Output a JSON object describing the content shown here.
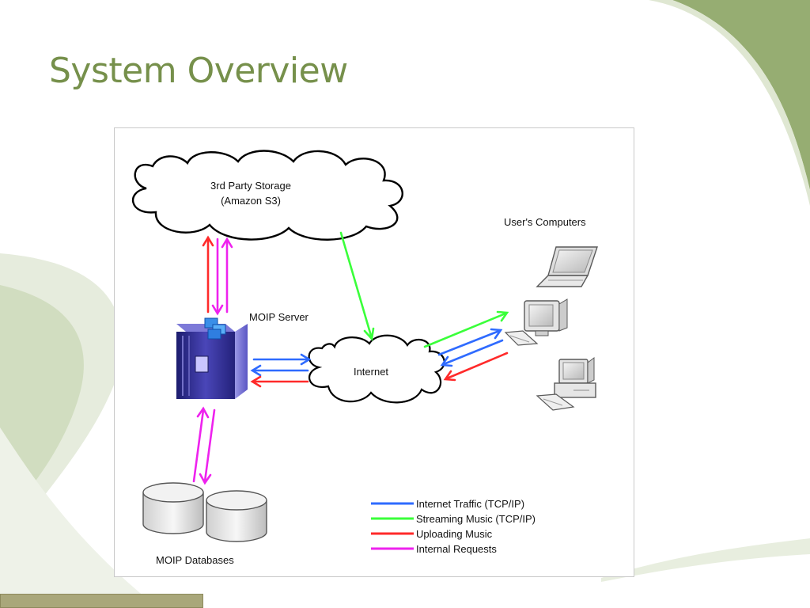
{
  "slide": {
    "title": "System Overview",
    "accent_color": "#76904b"
  },
  "diagram": {
    "cloud_storage": {
      "line1": "3rd Party Storage",
      "line2": "(Amazon S3)"
    },
    "server_label": "MOIP Server",
    "internet_label": "Internet",
    "clients_label": "User's Computers",
    "databases_label": "MOIP Databases",
    "legend": [
      {
        "label": "Internet Traffic (TCP/IP)",
        "color": "#2f6bff"
      },
      {
        "label": "Streaming Music (TCP/IP)",
        "color": "#3aff3a"
      },
      {
        "label": "Uploading Music",
        "color": "#ff2a2a"
      },
      {
        "label": "Internal Requests",
        "color": "#ee22ee"
      }
    ]
  }
}
